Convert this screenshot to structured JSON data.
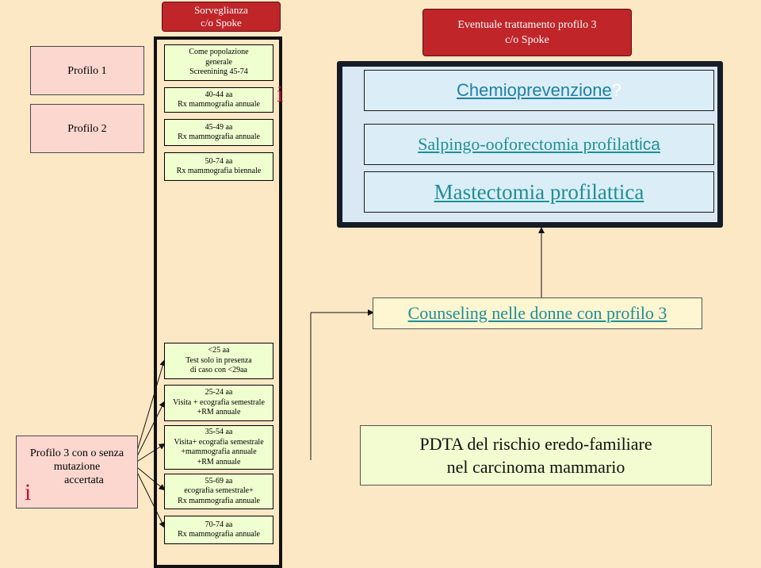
{
  "header": {
    "surveillance_line1": "Sorveglianza",
    "surveillance_line2": "c/o Spoke",
    "treatment_line1": "Eventuale trattamento profilo 3",
    "treatment_line2": "c/o Spoke"
  },
  "profiles": {
    "profile1": "Profilo 1",
    "profile2": "Profilo 2",
    "profile3_line1": "Profilo 3 con o senza",
    "profile3_line2": "mutazione",
    "profile3_line3": "accertata"
  },
  "surveillance_boxes": [
    {
      "lines": [
        "Come popolazione",
        "generale",
        "Screenining 45-74"
      ]
    },
    {
      "lines": [
        "40-44 aa",
        "Rx mammografia annuale"
      ]
    },
    {
      "lines": [
        "45-49 aa",
        "Rx mammografia annuale"
      ]
    },
    {
      "lines": [
        "50-74 aa",
        "Rx mammografia biennale"
      ]
    },
    {
      "lines": [
        "<25 aa",
        "Test solo in presenza",
        "di caso con <29aa"
      ]
    },
    {
      "lines": [
        "25-24 aa",
        "Visita + ecografia semestrale",
        "+RM annuale"
      ]
    },
    {
      "lines": [
        "35-54 aa",
        "Visita+ ecografia semestrale",
        "+mammografia annuale",
        "+RM annuale"
      ]
    },
    {
      "lines": [
        "55-69 aa",
        "ecografia semestrale+",
        "Rx mammografia annuale"
      ]
    },
    {
      "lines": [
        "70-74 aa",
        "Rx mammografia annuale"
      ]
    }
  ],
  "info_marker": "i",
  "treatments": {
    "chemoprevention": "Chemioprevenzione",
    "chemoprevention_q": "?",
    "salpingo": "Salpingo-ooforectomia profilat",
    "salpingo_tail": "tica",
    "mastectomy": "Mastectomia profilattica"
  },
  "counseling": "Counseling nelle donne con profilo 3",
  "pdta_line1": "PDTA del rischio eredo-familiare",
  "pdta_line2": "nel carcinoma mammario",
  "colors": {
    "background": "#fde8c5",
    "red_header": "#c0252a",
    "panel_dark": "#161c26",
    "teal_text": "#1e8f99",
    "info_red": "#c8102e"
  }
}
